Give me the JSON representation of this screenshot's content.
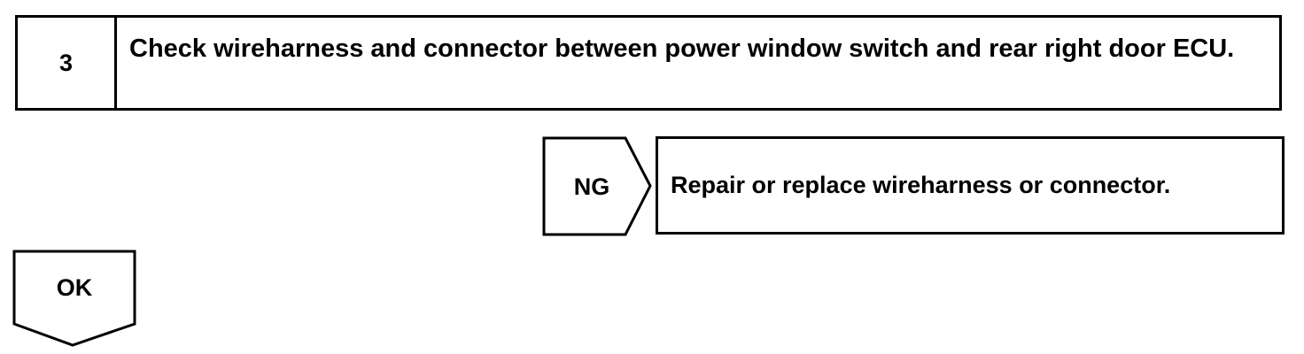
{
  "step": {
    "number": "3",
    "text": "Check wireharness and connector between power window switch and rear right door ECU."
  },
  "ng_branch": {
    "label": "NG",
    "action": "Repair or replace wireharness or connector."
  },
  "ok_branch": {
    "label": "OK"
  }
}
